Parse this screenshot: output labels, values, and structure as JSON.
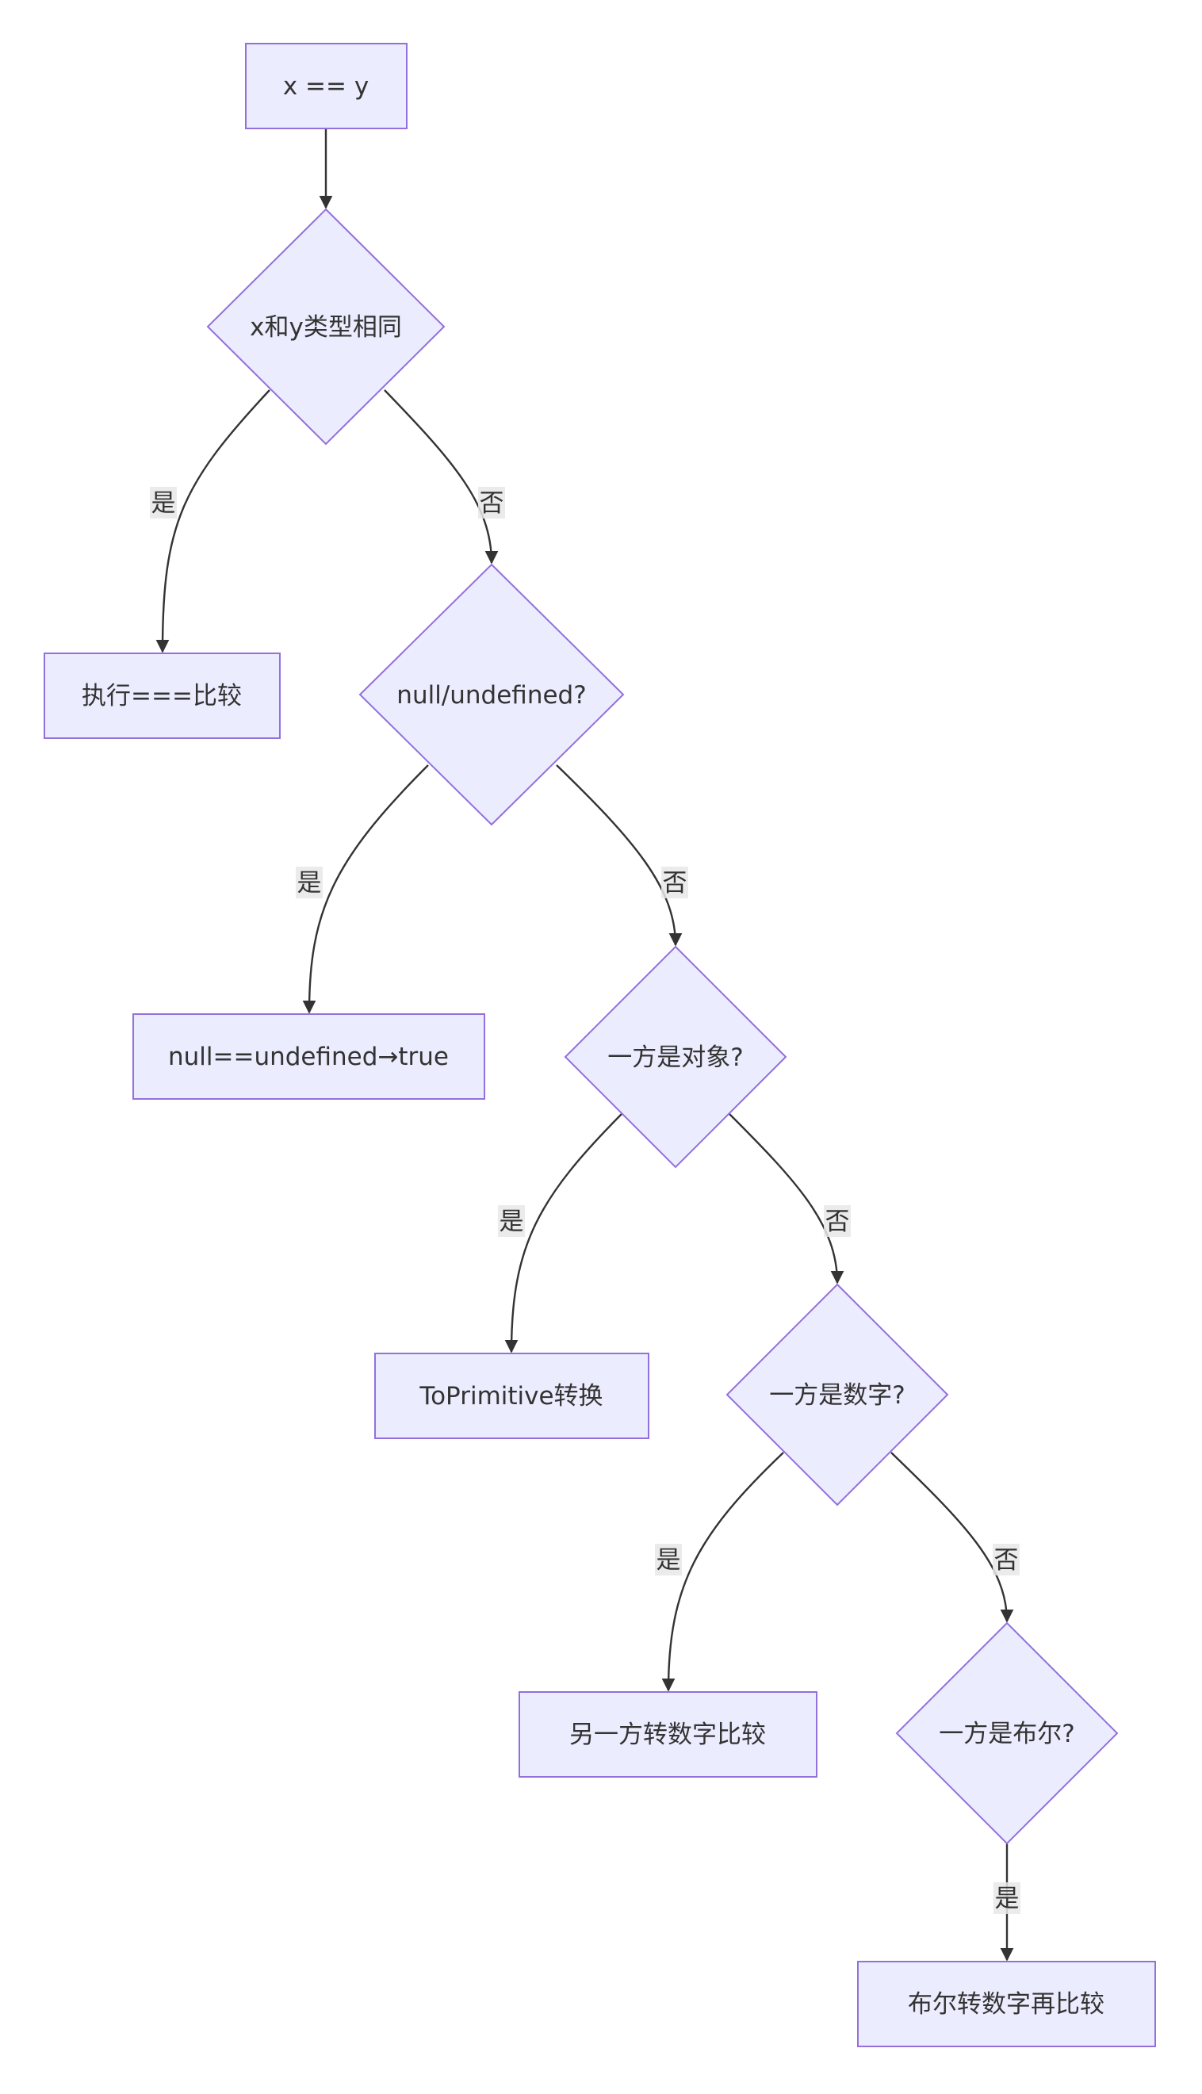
{
  "diagram": {
    "type": "flowchart",
    "direction": "TD",
    "nodes": [
      {
        "id": "A",
        "shape": "rect",
        "label": "x == y"
      },
      {
        "id": "B",
        "shape": "diamond",
        "label": "x和y类型相同"
      },
      {
        "id": "C",
        "shape": "rect",
        "label": "执行===比较"
      },
      {
        "id": "D",
        "shape": "diamond",
        "label": "null/undefined?"
      },
      {
        "id": "E",
        "shape": "rect",
        "label": "null==undefined→true"
      },
      {
        "id": "F",
        "shape": "diamond",
        "label": "一方是对象?"
      },
      {
        "id": "G",
        "shape": "rect",
        "label": "ToPrimitive转换"
      },
      {
        "id": "H",
        "shape": "diamond",
        "label": "一方是数字?"
      },
      {
        "id": "I",
        "shape": "rect",
        "label": "另一方转数字比较"
      },
      {
        "id": "J",
        "shape": "diamond",
        "label": "一方是布尔?"
      },
      {
        "id": "K",
        "shape": "rect",
        "label": "布尔转数字再比较"
      }
    ],
    "edges": [
      {
        "from": "A",
        "to": "B",
        "label": ""
      },
      {
        "from": "B",
        "to": "C",
        "label": "是"
      },
      {
        "from": "B",
        "to": "D",
        "label": "否"
      },
      {
        "from": "D",
        "to": "E",
        "label": "是"
      },
      {
        "from": "D",
        "to": "F",
        "label": "否"
      },
      {
        "from": "F",
        "to": "G",
        "label": "是"
      },
      {
        "from": "F",
        "to": "H",
        "label": "否"
      },
      {
        "from": "H",
        "to": "I",
        "label": "是"
      },
      {
        "from": "H",
        "to": "J",
        "label": "否"
      },
      {
        "from": "J",
        "to": "K",
        "label": "是"
      }
    ]
  },
  "colors": {
    "node_fill": "#ececff",
    "node_stroke": "#9370db",
    "edge": "#333333",
    "text": "#333333",
    "edge_label_bg": "#e8e8e8"
  }
}
